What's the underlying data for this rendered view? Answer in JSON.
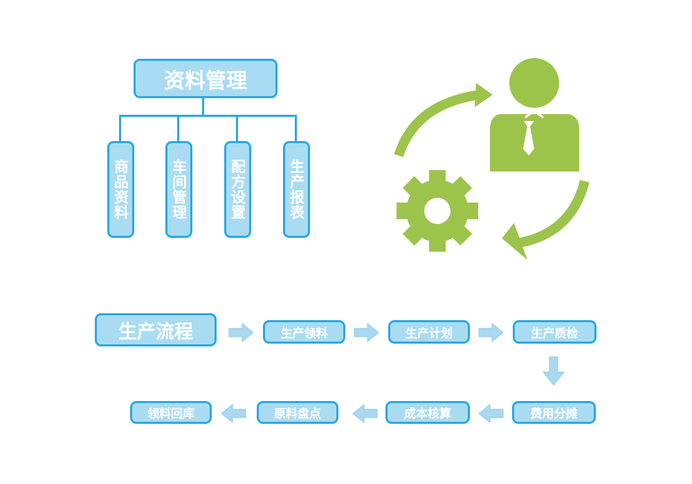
{
  "management": {
    "title": "资料管理",
    "items": [
      "商品资料",
      "车间管理",
      "配方设置",
      "生产报表"
    ]
  },
  "flow": {
    "title": "生产流程",
    "row1": [
      "生产领料",
      "生产计划",
      "生产质检"
    ],
    "row2": [
      "费用分摊",
      "成本核算",
      "原料盘点",
      "领料回库"
    ]
  },
  "colors": {
    "box_fill": "#a9dcf2",
    "box_border": "#2aa8e2",
    "icon_green": "#9cc44b",
    "arrow": "#a9d8ef"
  }
}
